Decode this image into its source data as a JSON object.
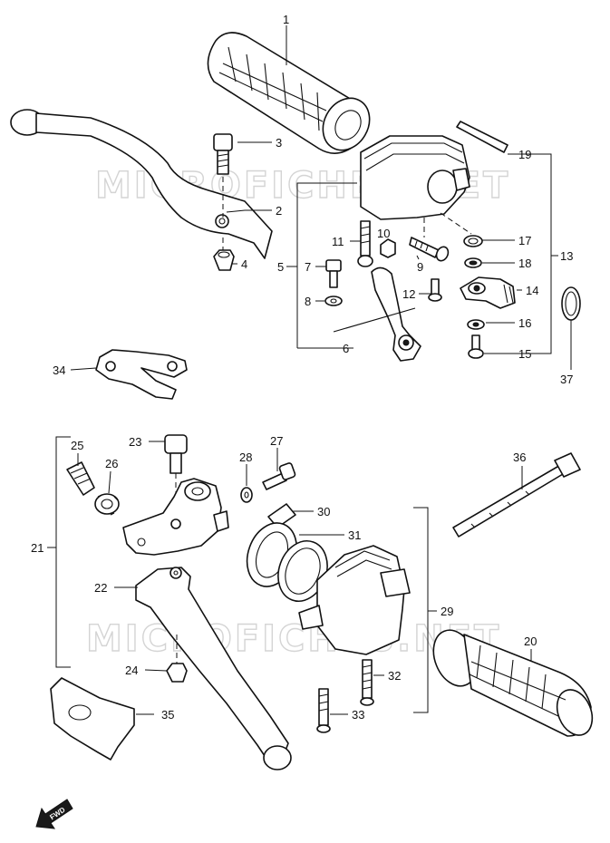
{
  "watermark_text": "MICROFICHES.NET",
  "fwd_label": "FWD",
  "callouts": {
    "p1": "1",
    "p2": "2",
    "p3": "3",
    "p4": "4",
    "p5": "5",
    "p6": "6",
    "p7": "7",
    "p8": "8",
    "p9": "9",
    "p10": "10",
    "p11": "11",
    "p12": "12",
    "p13": "13",
    "p14": "14",
    "p15": "15",
    "p16": "16",
    "p17": "17",
    "p18": "18",
    "p19": "19",
    "p20": "20",
    "p21": "21",
    "p22": "22",
    "p23": "23",
    "p24": "24",
    "p25": "25",
    "p26": "26",
    "p27": "27",
    "p28": "28",
    "p29": "29",
    "p30": "30",
    "p31": "31",
    "p32": "32",
    "p33": "33",
    "p34": "34",
    "p35": "35",
    "p36": "36",
    "p37": "37"
  }
}
